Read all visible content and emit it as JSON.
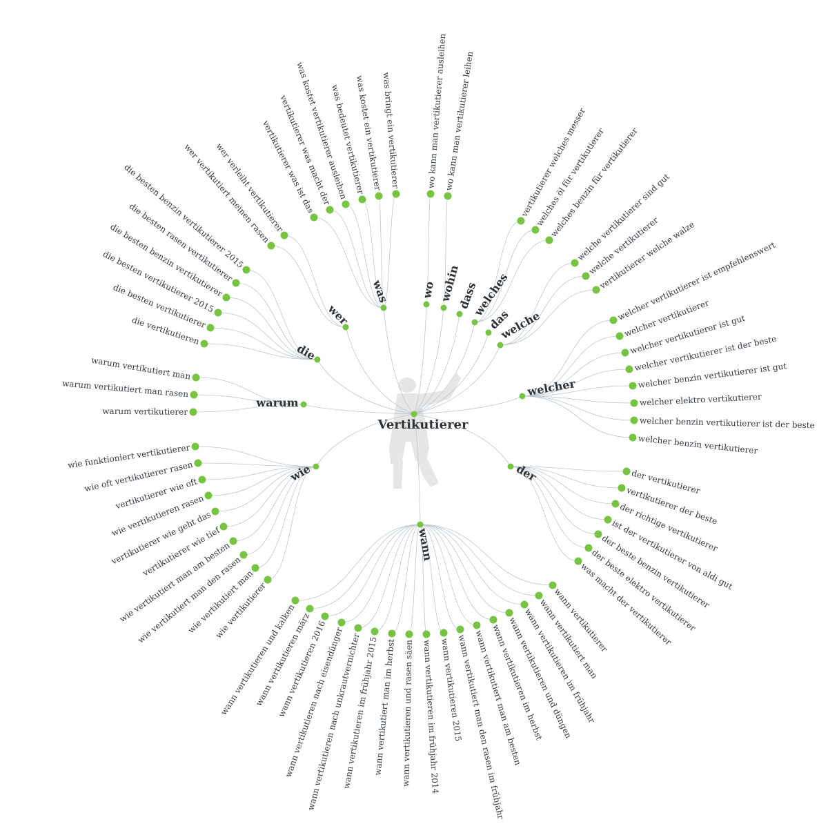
{
  "root": {
    "label": "Vertikutierer"
  },
  "colors": {
    "dot": "#76c442",
    "link": "#b9c6cf",
    "text": "#333a40",
    "silhouette": "#e6e6e6"
  },
  "groups": [
    {
      "name": "warum",
      "leaves": [
        "warum vertikutiert man",
        "warum vertikutiert man rasen",
        "warum vertikutierer"
      ]
    },
    {
      "name": "die",
      "leaves": [
        "die besten benzin vertikutierer 2015",
        "die besten rasen vertikutierer",
        "die besten benzin vertikutierer",
        "die besten vertikutierer 2015",
        "die besten vertikutierer",
        "die vertikutieren"
      ]
    },
    {
      "name": "wer",
      "leaves": [
        "wer vertikutiert meinen rasen",
        "wer verleiht vertikutierer"
      ]
    },
    {
      "name": "was",
      "leaves": [
        "vertikutierer was ist das",
        "vertikutierer was macht der",
        "was kostet vertikutierer ausleihen",
        "was bedeutet vertikutierer",
        "was kostet ein vertikutierer",
        "was bringt ein vertikutierer"
      ]
    },
    {
      "name": "wo",
      "leaves": [
        "wo kann man vertikutierer ausleihen"
      ]
    },
    {
      "name": "wohin",
      "leaves": [
        "wo kann man vertikutierer leihen"
      ]
    },
    {
      "name": "dass",
      "leaves": []
    },
    {
      "name": "welches",
      "leaves": [
        "vertikutierer welches messer",
        "welches öl für vertikutierer",
        "welches benzin für vertikutierer"
      ]
    },
    {
      "name": "das",
      "leaves": []
    },
    {
      "name": "welche",
      "leaves": [
        "welche vertikutierer sind gut",
        "welche vertikutierer",
        "vertikutierer welche walze"
      ]
    },
    {
      "name": "welcher",
      "leaves": [
        "welcher vertikutierer ist empfehlenswert",
        "welcher vertikutierer",
        "welcher vertikutierer ist gut",
        "welcher vertikutierer ist der beste",
        "welcher benzin vertikutierer ist gut",
        "welcher elektro vertikutierer",
        "welcher benzin vertikutierer ist der beste",
        "welcher benzin vertikutierer"
      ]
    },
    {
      "name": "der",
      "leaves": [
        "der vertikutierer",
        "vertikutierer der beste",
        "der richtige vertikutierer",
        "ist der vertikutierer von aldi gut",
        "der beste benzin vertikutierer",
        "der beste elektro vertikutierer",
        "was macht der vertikutierer"
      ]
    },
    {
      "name": "wann",
      "leaves": [
        "wann vertikutierer",
        "wann vertikutiert man",
        "wann vertikutieren im frühjahr",
        "wann vertikutieren und düngen",
        "wann vertikutieren im herbst",
        "wann vertikutiert man am besten",
        "wann vertikutiert man den rasen im frühjahr",
        "wann vertikutieren 2015",
        "wann vertikutieren im frühjahr 2014",
        "wann vertikutieren und rasen säen",
        "wann vertikutiert man im herbst",
        "wann vertikutieren im frühjahr 2015",
        "wann vertikutieren nach unkrautvernichter",
        "wann vertikutieren nach eisendünger",
        "wann vertikutieren 2016",
        "wann vertikutieren märz",
        "wann vertikutieren und kalken"
      ]
    },
    {
      "name": "wie",
      "leaves": [
        "wie funktioniert vertikutierer",
        "wie oft vertikutierer rasen",
        "vertikutierer wie oft",
        "wie vertikutieren rasen",
        "vertikutierer wie geht das",
        "vertikutierer wie tief",
        "wie vertikutiert man am besten",
        "wie vertikutiert man den rasen",
        "wie vertikutiert man",
        "wie vertikutierer"
      ]
    }
  ]
}
